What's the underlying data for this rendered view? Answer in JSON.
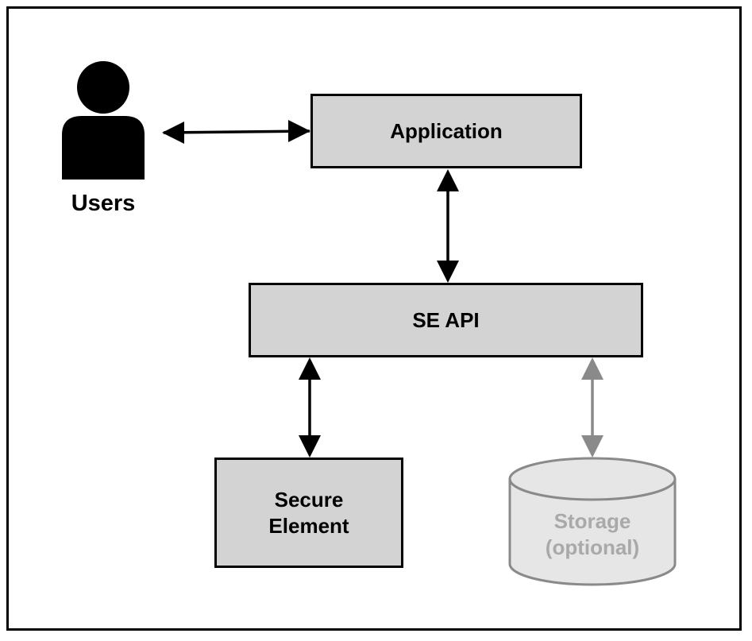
{
  "nodes": {
    "users": {
      "label": "Users",
      "icon": "person-icon"
    },
    "application": {
      "label": "Application"
    },
    "se_api": {
      "label": "SE API"
    },
    "secure_element": {
      "line1": "Secure",
      "line2": "Element"
    },
    "storage": {
      "line1": "Storage",
      "line2": "(optional)"
    }
  },
  "edges": [
    {
      "from": "users",
      "to": "application",
      "style": "solid-black",
      "bidirectional": true
    },
    {
      "from": "application",
      "to": "se_api",
      "style": "solid-black",
      "bidirectional": true
    },
    {
      "from": "se_api",
      "to": "secure_element",
      "style": "solid-black",
      "bidirectional": true
    },
    {
      "from": "se_api",
      "to": "storage",
      "style": "solid-gray",
      "bidirectional": true
    }
  ],
  "colors": {
    "box_fill": "#d3d3d3",
    "stroke": "#000000",
    "optional_stroke": "#8a8a8a",
    "optional_text": "#a9a9a9",
    "optional_fill": "#e6e6e6"
  }
}
